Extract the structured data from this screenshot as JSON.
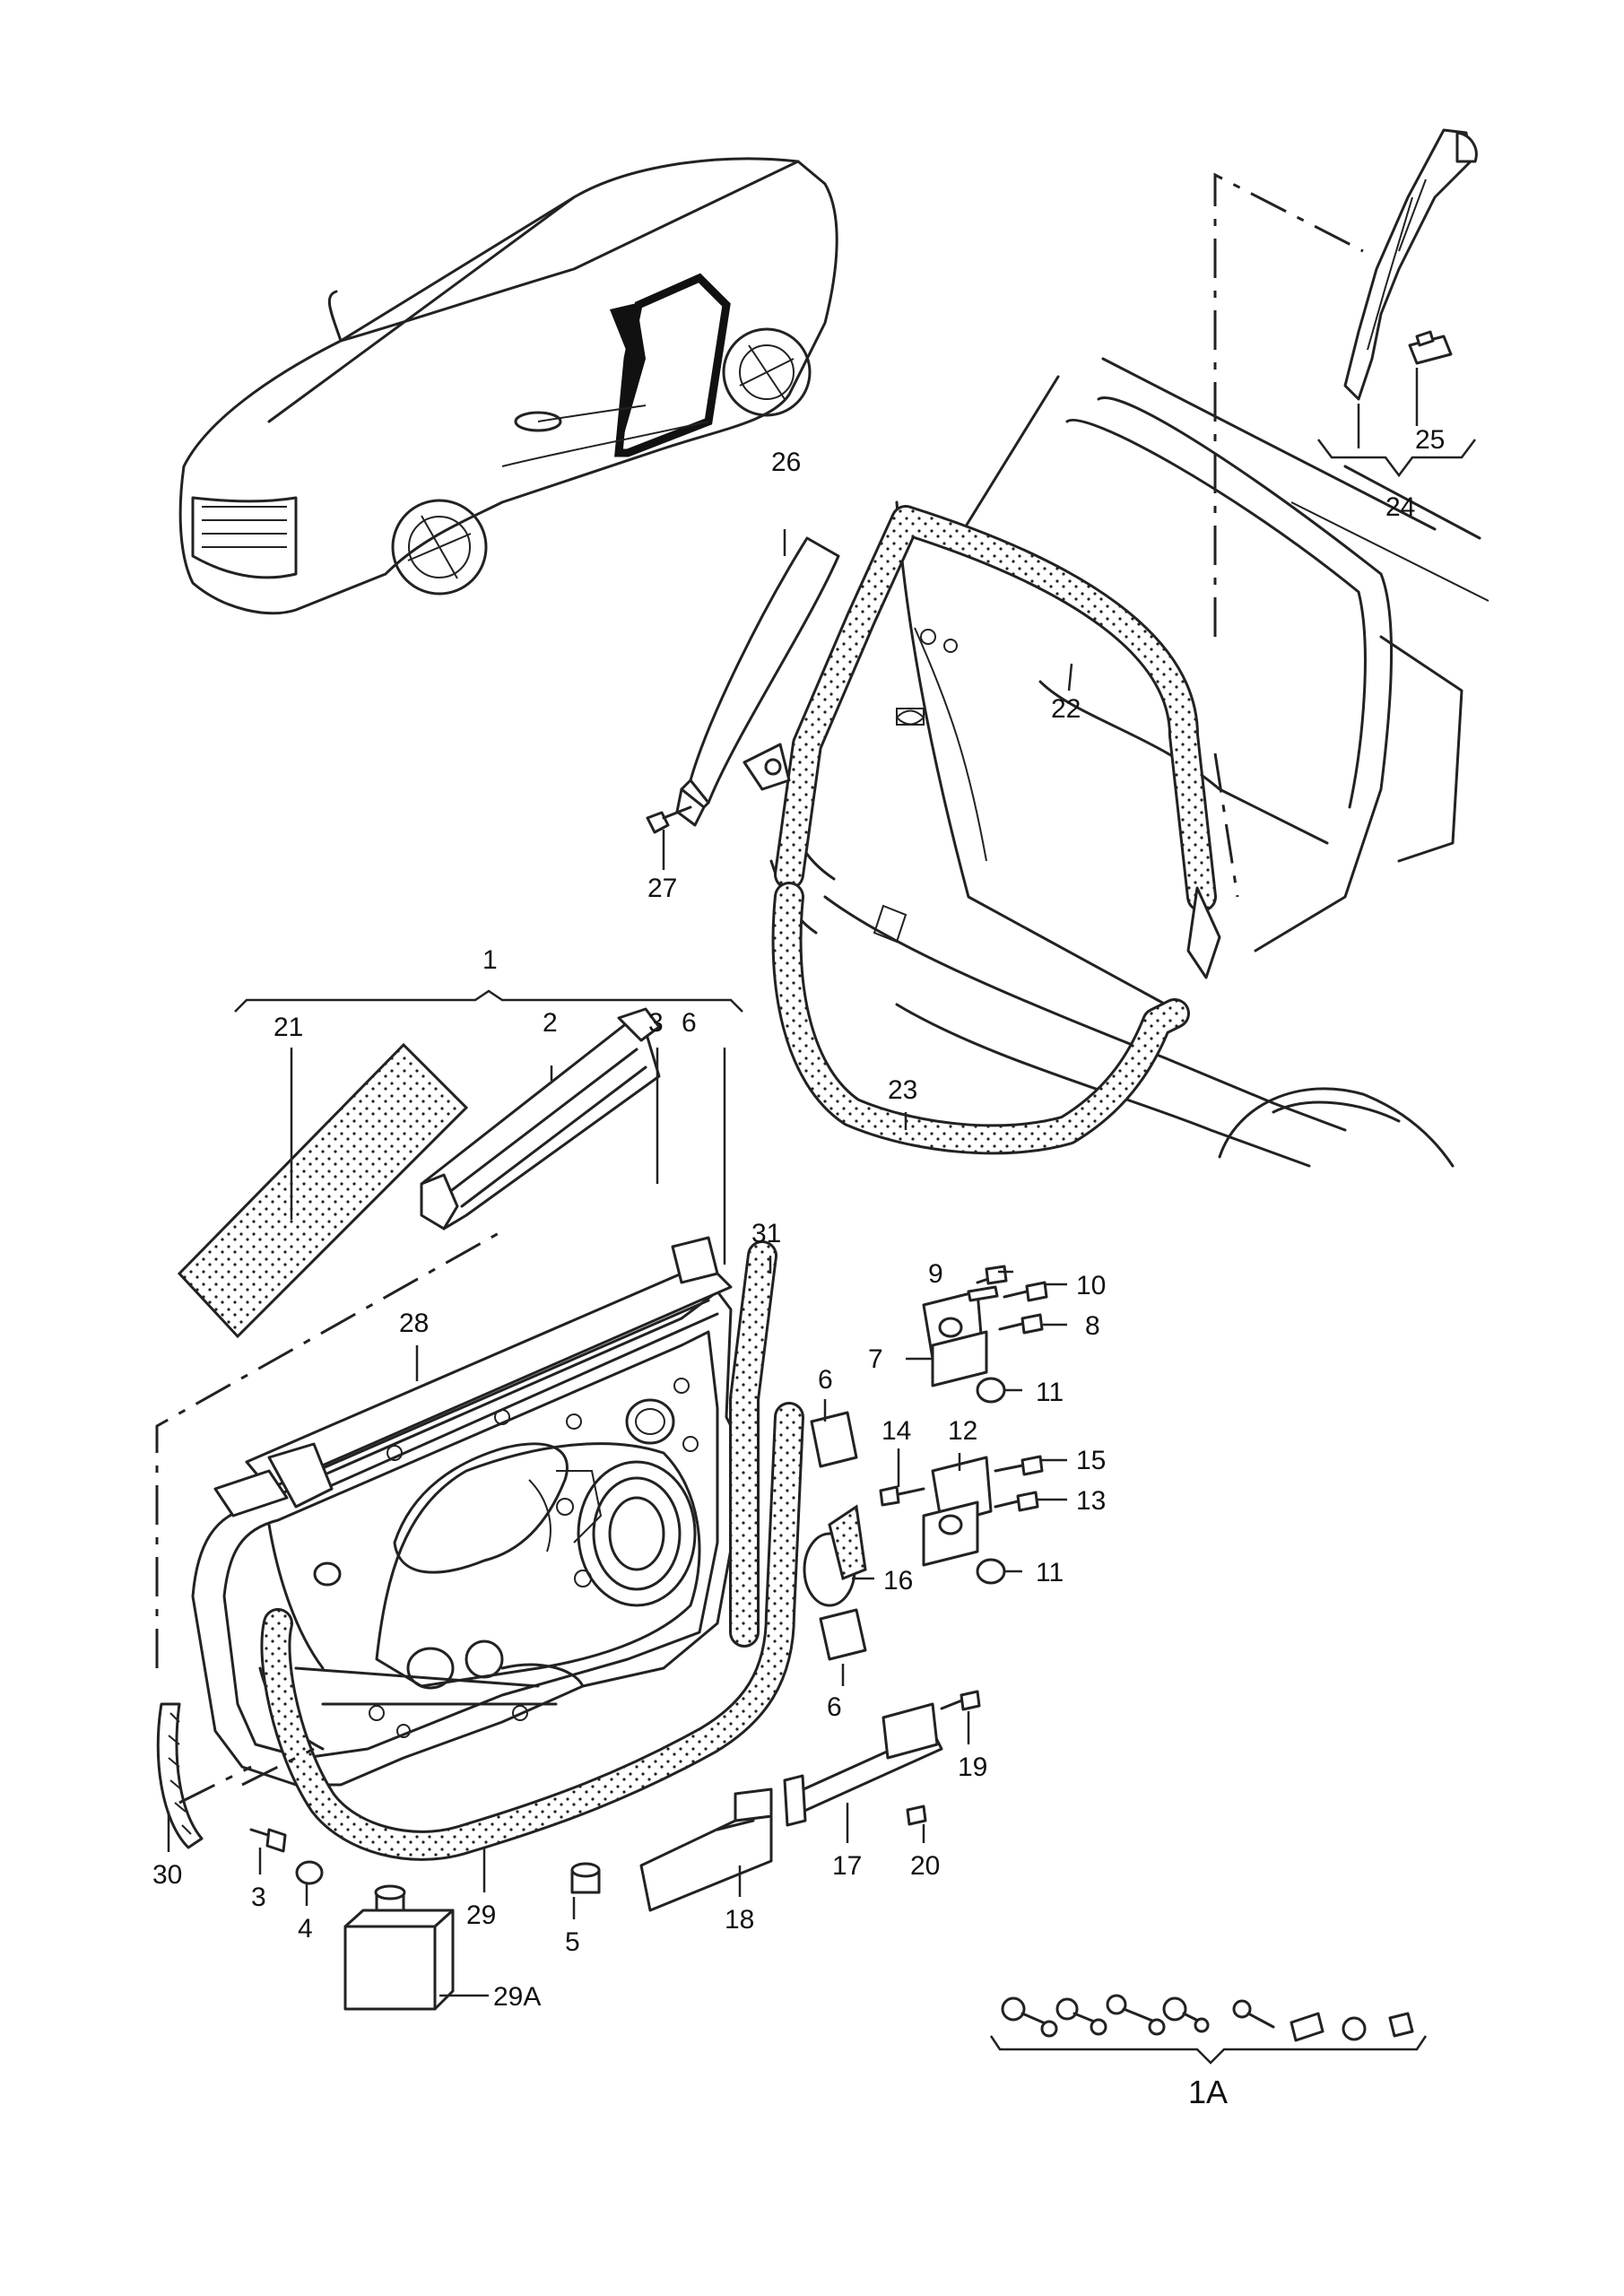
{
  "callouts": {
    "c1": "1",
    "c1A": "1A",
    "c2": "2",
    "c3a": "3",
    "c3b": "3",
    "c4": "4",
    "c5": "5",
    "c6a": "6",
    "c6b": "6",
    "c6c": "6",
    "c7": "7",
    "c8": "8",
    "c9": "9",
    "c10": "10",
    "c11a": "11",
    "c11b": "11",
    "c12": "12",
    "c13": "13",
    "c14": "14",
    "c15": "15",
    "c16": "16",
    "c17": "17",
    "c18": "18",
    "c19": "19",
    "c20": "20",
    "c21": "21",
    "c22": "22",
    "c23": "23",
    "c24": "24",
    "c25": "25",
    "c26": "26",
    "c27": "27",
    "c28": "28",
    "c29": "29",
    "c29A": "29A",
    "c30": "30",
    "c31": "31"
  },
  "colors": {
    "line": "#222222",
    "background": "#ffffff"
  },
  "icons": [
    "car-icon",
    "door-panel-icon",
    "hinge-icon",
    "bolt-icon",
    "seal-icon",
    "bottle-icon",
    "door-check-icon",
    "fastener-kit-icon"
  ]
}
